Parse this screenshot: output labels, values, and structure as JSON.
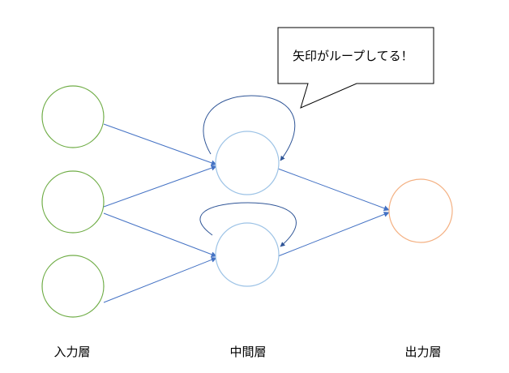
{
  "callout": {
    "text": "矢印がループしてる！"
  },
  "layers": {
    "input_label": "入力層",
    "hidden_label": "中間層",
    "output_label": "出力層"
  },
  "colors": {
    "input_node": "#70ad47",
    "hidden_node": "#9dc3e6",
    "output_node": "#f4b183",
    "edge": "#4472c4",
    "loop": "#2f5597",
    "callout_border": "#000000"
  }
}
